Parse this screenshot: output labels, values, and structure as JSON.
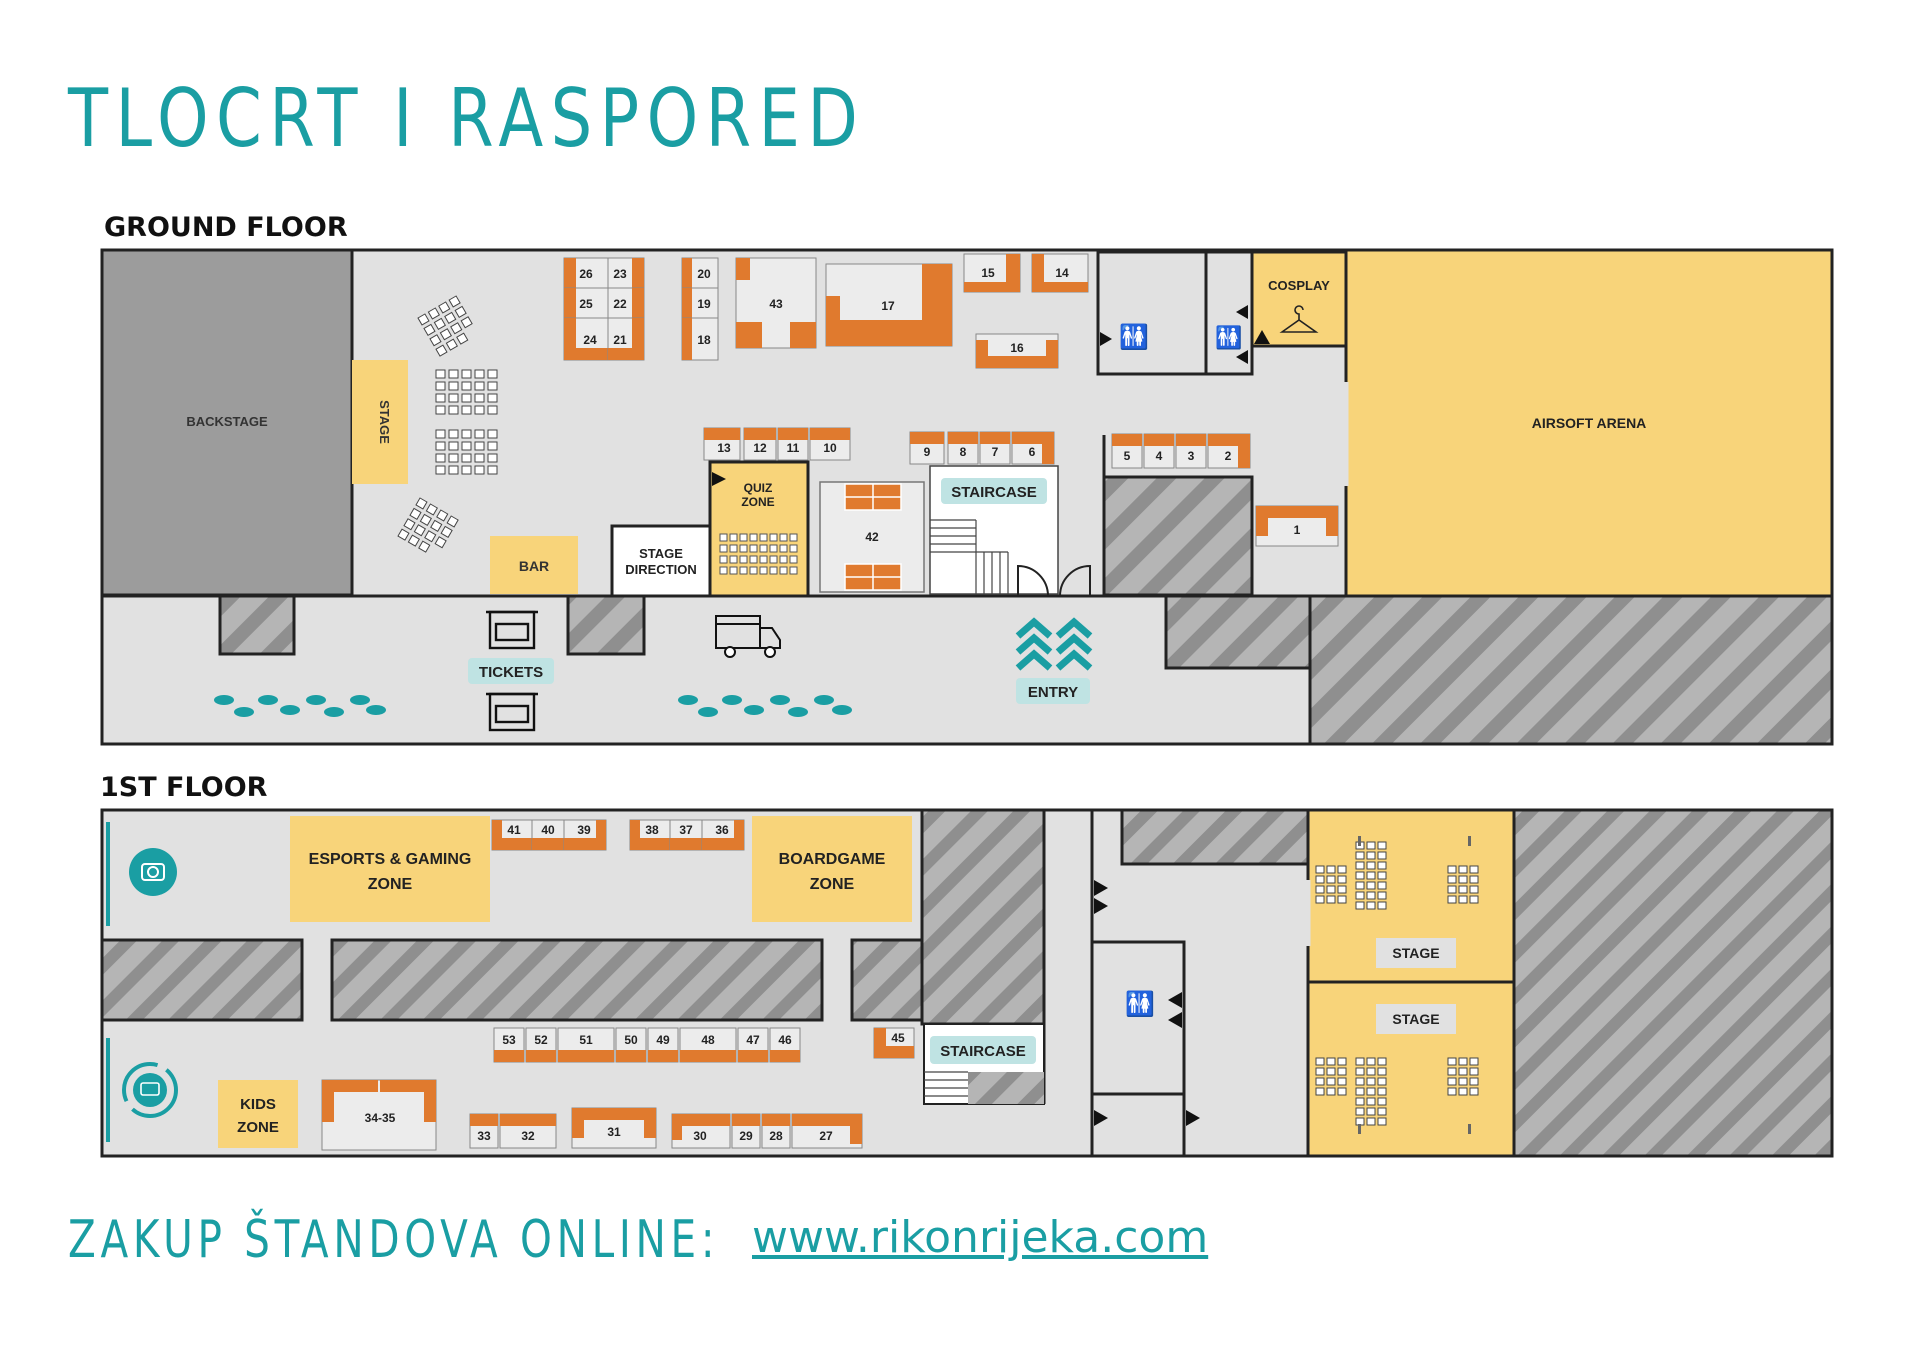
{
  "title": "TLOCRT I RASPORED",
  "ground_floor": {
    "label": "GROUND FLOOR",
    "areas": {
      "backstage": "BACKSTAGE",
      "stage": "STAGE",
      "bar": "BAR",
      "stage_direction": "STAGE DIRECTION",
      "quiz_zone": "QUIZ ZONE",
      "staircase": "STAIRCASE",
      "cosplay": "COSPLAY",
      "airsoft_arena": "AIRSOFT ARENA",
      "tickets": "TICKETS",
      "entry": "ENTRY"
    },
    "booths": [
      "1",
      "2",
      "3",
      "4",
      "5",
      "6",
      "7",
      "8",
      "9",
      "10",
      "11",
      "12",
      "13",
      "14",
      "15",
      "16",
      "17",
      "18",
      "19",
      "20",
      "21",
      "22",
      "23",
      "24",
      "25",
      "26",
      "42",
      "43"
    ]
  },
  "first_floor": {
    "label": "1ST FLOOR",
    "areas": {
      "esports": "ESPORTS & GAMING ZONE",
      "boardgame": "BOARDGAME ZONE",
      "kids": "KIDS ZONE",
      "staircase": "STAIRCASE",
      "stage_top": "STAGE",
      "stage_bottom": "STAGE"
    },
    "booths": [
      "27",
      "28",
      "29",
      "30",
      "31",
      "32",
      "33",
      "34-35",
      "36",
      "37",
      "38",
      "39",
      "40",
      "41",
      "45",
      "46",
      "47",
      "48",
      "49",
      "50",
      "51",
      "52",
      "53"
    ]
  },
  "footer": {
    "label": "ZAKUP ŠTANDOVA ONLINE:",
    "link": "www.rikonrijeka.com"
  },
  "colors": {
    "accent": "#1a9ea3",
    "zone_yellow": "#f8d47a",
    "booth_orange": "#e07a2e",
    "floor_gray": "#e1e1e1",
    "hatch_gray": "#9a9a9a"
  }
}
